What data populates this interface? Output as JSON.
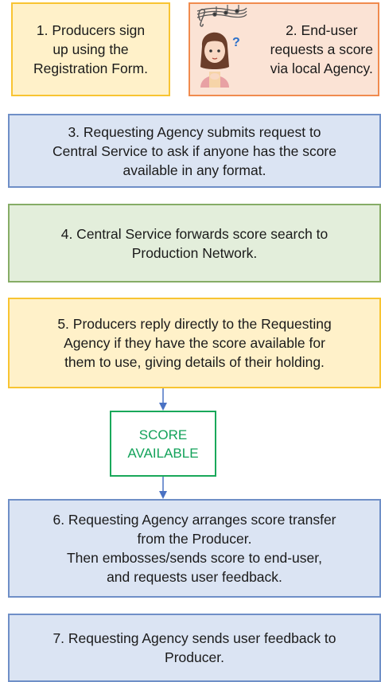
{
  "steps": [
    {
      "id": "step-1",
      "text": "1. Producers sign\nup using the\nRegistration Form."
    },
    {
      "id": "step-2",
      "text": "2. End-user\nrequests a score\nvia local Agency."
    },
    {
      "id": "step-3",
      "text": "3. Requesting Agency submits request to\nCentral Service to ask if anyone has the score\navailable in any format."
    },
    {
      "id": "step-4",
      "text": "4. Central Service forwards score search to\nProduction Network."
    },
    {
      "id": "step-5",
      "text": "5. Producers reply directly to the Requesting\nAgency if they have the score available for\nthem to use, giving details of their holding."
    },
    {
      "id": "score-available",
      "text": "SCORE\nAVAILABLE"
    },
    {
      "id": "step-6",
      "text": "6. Requesting Agency arranges score transfer\nfrom the Producer.\nThen embosses/sends score to end-user,\nand  requests user feedback."
    },
    {
      "id": "step-7",
      "text": "7. Requesting Agency sends user feedback to\nProducer."
    }
  ],
  "colors": {
    "yellow_fill": "#fff1c9",
    "yellow_border": "#f8c432",
    "orange_fill": "#fbe3d5",
    "orange_border": "#f08b4e",
    "blue_fill": "#dbe4f3",
    "blue_border": "#6f8fc7",
    "green_fill": "#e3eedb",
    "green_border": "#86ac66",
    "score_border": "#19a85a",
    "arrow": "#4a72c4"
  },
  "icons": [
    "music-notes-icon",
    "question-mark-icon",
    "end-user-girl-icon"
  ]
}
